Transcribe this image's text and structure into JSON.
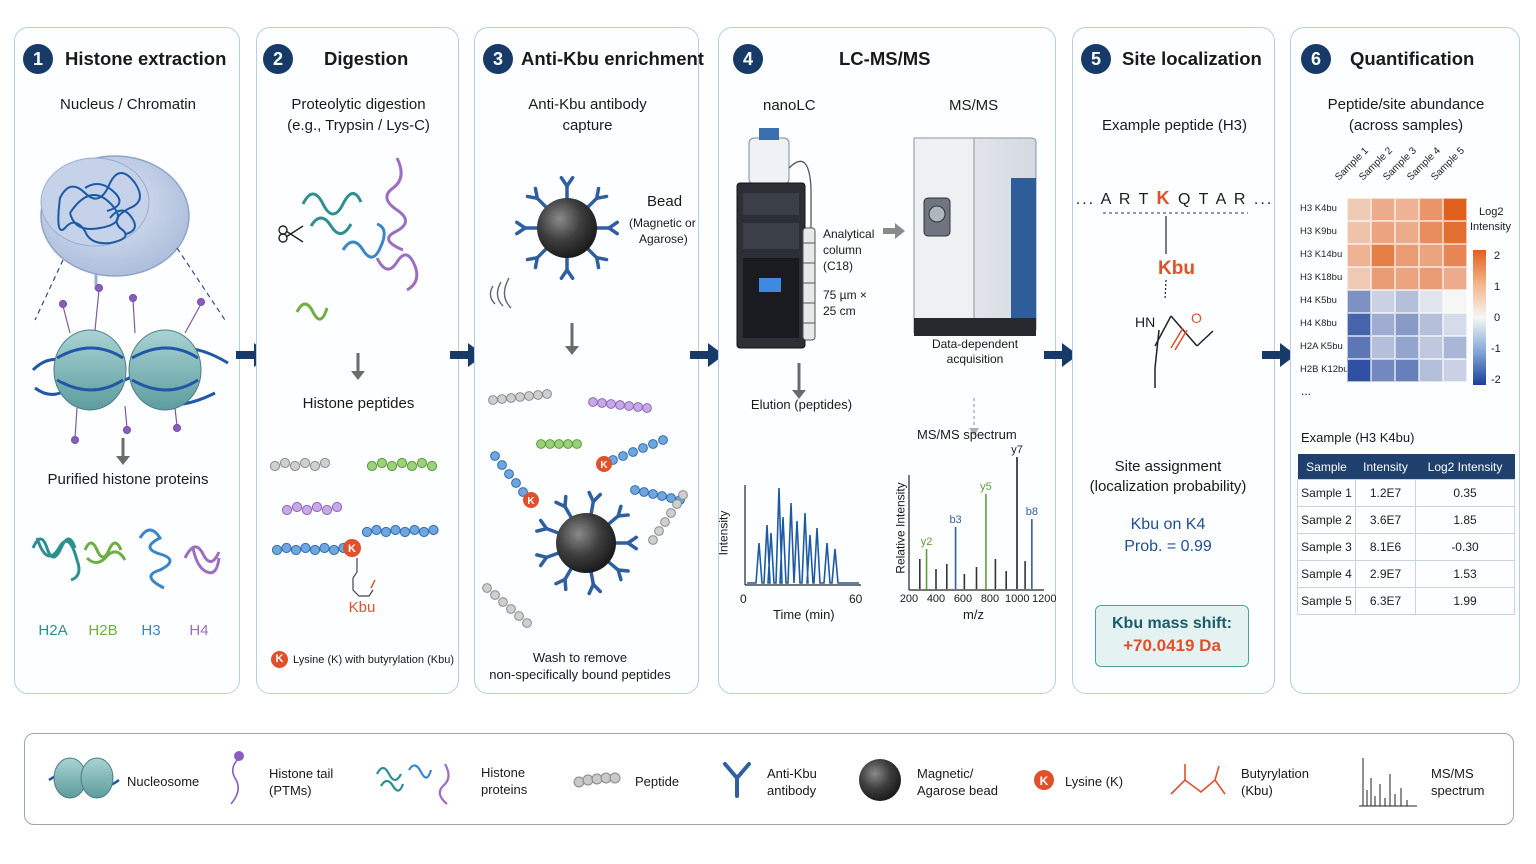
{
  "steps": [
    {
      "num": "1",
      "title": "Histone extraction"
    },
    {
      "num": "2",
      "title": "Digestion"
    },
    {
      "num": "3",
      "title": "Anti-Kbu enrichment"
    },
    {
      "num": "4",
      "title": "LC-MS/MS"
    },
    {
      "num": "5",
      "title": "Site localization"
    },
    {
      "num": "6",
      "title": "Quantification"
    }
  ],
  "p1": {
    "nucleus": "Nucleus / Chromatin",
    "purified": "Purified histone proteins",
    "histones": [
      "H2A",
      "H2B",
      "H3",
      "H4"
    ]
  },
  "p2": {
    "line1": "Proteolytic digestion",
    "line2": "(e.g., Trypsin / Lys-C)",
    "peptides": "Histone peptides",
    "kbu": "Kbu",
    "k": "K",
    "note": "Lysine (K) with butyrylation (Kbu)"
  },
  "p3": {
    "cap1": "Anti-Kbu antibody",
    "cap2": "capture",
    "bead": "Bead",
    "bead2": "(Magnetic or",
    "bead3": "Agarose)",
    "wash1": "Wash to remove",
    "wash2": "non-specifically bound peptides",
    "k": "K"
  },
  "p4": {
    "nanolc": "nanoLC",
    "msms": "MS/MS",
    "col1": "Analytical",
    "col2": "column",
    "col3": "(C18)",
    "dim1": "75 µm ×",
    "dim2": "25 cm",
    "dda1": "Data-dependent",
    "dda2": "acquisition",
    "elution": "Elution (peptides)",
    "spectrum": "MS/MS spectrum",
    "ylab1": "Intensity",
    "xlab1": "Time (min)",
    "x0": "0",
    "x60": "60",
    "ylab2": "Relative Intensity",
    "xlab2": "m/z",
    "mzticks": [
      "200",
      "400",
      "600",
      "800",
      "1000",
      "1200"
    ],
    "ions": [
      "y2",
      "b3",
      "y5",
      "y7",
      "b8"
    ]
  },
  "p5": {
    "example": "Example peptide (H3)",
    "seq_pre": "... A R T",
    "seq_k": "K",
    "seq_post": "Q T A R ...",
    "kbu": "Kbu",
    "hn": "HN",
    "o": "O",
    "assign1": "Site assignment",
    "assign2": "(localization probability)",
    "res1": "Kbu on K4",
    "res2": "Prob. = 0.99",
    "shift1": "Kbu mass shift:",
    "shift2": "+70.0419 Da"
  },
  "p6": {
    "t1": "Peptide/site abundance",
    "t2": "(across samples)",
    "samples": [
      "Sample 1",
      "Sample 2",
      "Sample 3",
      "Sample 4",
      "Sample 5"
    ],
    "rows": [
      "H3 K4bu",
      "H3 K9bu",
      "H3 K14bu",
      "H3 K18bu",
      "H4 K5bu",
      "H4 K8bu",
      "H2A K5bu",
      "H2B K12bu"
    ],
    "ellipsis": "...",
    "legend_title1": "Log2",
    "legend_title2": "Intensity",
    "scale": [
      "2",
      "1",
      "0",
      "-1",
      "-2"
    ],
    "heat": [
      [
        0.6,
        1.0,
        0.9,
        1.3,
        2.0
      ],
      [
        0.7,
        1.1,
        1.0,
        1.4,
        1.8
      ],
      [
        0.9,
        1.6,
        1.2,
        1.1,
        1.5
      ],
      [
        0.6,
        1.2,
        1.1,
        1.2,
        1.0
      ],
      [
        -1.1,
        -0.4,
        -0.6,
        -0.2,
        0.0
      ],
      [
        -1.6,
        -0.8,
        -1.0,
        -0.6,
        -0.3
      ],
      [
        -1.4,
        -0.6,
        -0.9,
        -0.5,
        -0.7
      ],
      [
        -1.8,
        -1.2,
        -1.3,
        -0.6,
        -0.4
      ]
    ],
    "example": "Example (H3 K4bu)",
    "table": {
      "headers": [
        "Sample",
        "Intensity",
        "Log2 Intensity"
      ],
      "rows": [
        [
          "Sample 1",
          "1.2E7",
          "0.35"
        ],
        [
          "Sample 2",
          "3.6E7",
          "1.85"
        ],
        [
          "Sample 3",
          "8.1E6",
          "-0.30"
        ],
        [
          "Sample 4",
          "2.9E7",
          "1.53"
        ],
        [
          "Sample 5",
          "6.3E7",
          "1.99"
        ]
      ]
    }
  },
  "legend": [
    {
      "l1": "Nucleosome",
      "l2": ""
    },
    {
      "l1": "Histone tail",
      "l2": "(PTMs)"
    },
    {
      "l1": "Histone",
      "l2": "proteins"
    },
    {
      "l1": "Peptide",
      "l2": ""
    },
    {
      "l1": "Anti-Kbu",
      "l2": "antibody"
    },
    {
      "l1": "Magnetic/",
      "l2": "Agarose bead"
    },
    {
      "l1": "Lysine (K)",
      "l2": ""
    },
    {
      "l1": "Butyrylation",
      "l2": "(Kbu)"
    },
    {
      "l1": "MS/MS",
      "l2": "spectrum"
    }
  ],
  "colors": {
    "navy": "#173a68",
    "kbu": "#e0502a",
    "h2a": "#2f8f8f",
    "h2b": "#6fae43",
    "h3": "#3a86c8",
    "h4": "#9b6ec2",
    "chrom": "#1d5aa6"
  }
}
